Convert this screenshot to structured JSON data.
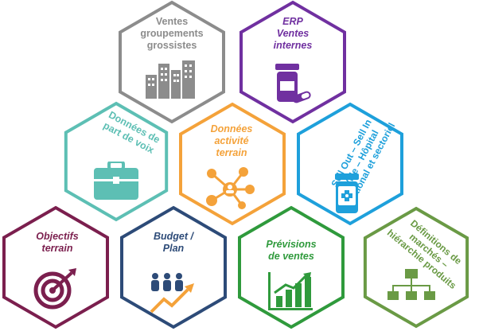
{
  "hexes": [
    {
      "id": "ventes-groupements",
      "lines": [
        "Ventes",
        "groupements",
        "grossistes"
      ],
      "color": "#8c8c8c",
      "italic": false
    },
    {
      "id": "erp",
      "lines": [
        "ERP",
        "Ventes",
        "internes"
      ],
      "color": "#7030a0",
      "italic": true
    },
    {
      "id": "part-de-voix",
      "lines": [
        "Données de",
        "part de voix"
      ],
      "color": "#5dbfb4",
      "italic": false
    },
    {
      "id": "activite-terrain",
      "lines": [
        "Données",
        "activité",
        "terrain"
      ],
      "color": "#f4a23a",
      "italic": true
    },
    {
      "id": "sell-out",
      "lines": [
        "Sell Out – Sell In",
        "Ville – Hôpital",
        "National et sectoriel"
      ],
      "color": "#1ea0db",
      "italic": false
    },
    {
      "id": "objectifs",
      "lines": [
        "Objectifs",
        "terrain"
      ],
      "color": "#7b1f4e",
      "italic": true
    },
    {
      "id": "budget",
      "lines": [
        "Budget /",
        "Plan"
      ],
      "color": "#2d4b78",
      "italic": true
    },
    {
      "id": "previsions",
      "lines": [
        "Prévisions",
        "de ventes"
      ],
      "color": "#2f9a3c",
      "italic": true
    },
    {
      "id": "definitions",
      "lines": [
        "Définitions de",
        "marchés –",
        "hiérarchie produits"
      ],
      "color": "#6a9a45",
      "italic": false
    }
  ]
}
